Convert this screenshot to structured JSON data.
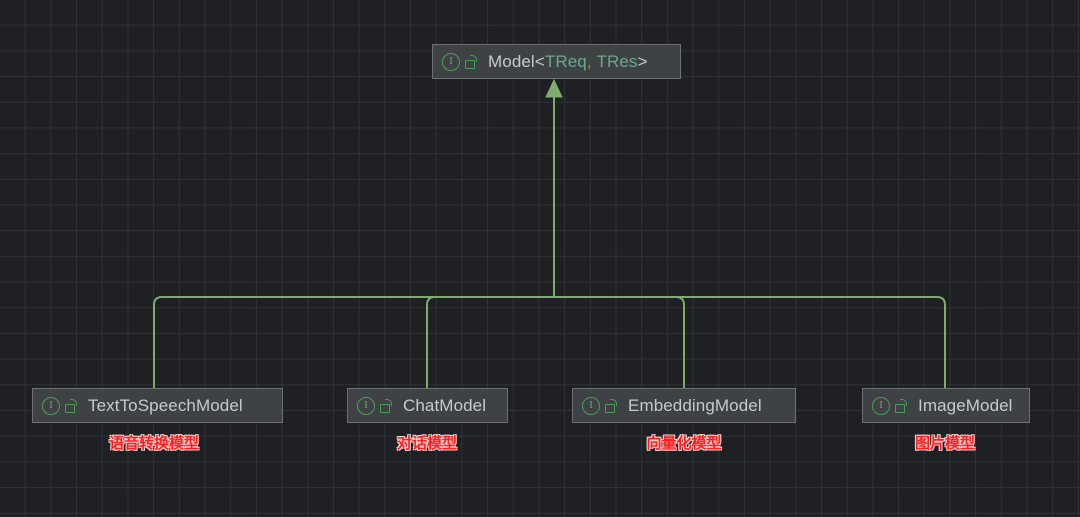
{
  "canvas": {
    "background_color": "#1e2023",
    "grid_color": "#2f3337"
  },
  "theme": {
    "node_fill": "#3f4245",
    "node_border": "#6d7174",
    "node_text": "#c6cacd",
    "generic_text": "#69a88c",
    "comma_text": "#c77c35",
    "icon_green": "#4e9a57",
    "connector_green": "#7dac6e",
    "annotation_red": "#ff1f1f"
  },
  "root": {
    "icon_interface": "interface-icon",
    "icon_lock": "unlocked-padlock-icon",
    "name": "Model",
    "open_bracket": "<",
    "type_param_1": "TReq",
    "comma": ",",
    "type_param_2": "TRes",
    "close_bracket": ">"
  },
  "children": [
    {
      "name": "TextToSpeechModel",
      "annotation": "语音转换模型",
      "icon_interface": "interface-icon",
      "icon_lock": "unlocked-padlock-icon"
    },
    {
      "name": "ChatModel",
      "annotation": "对话模型",
      "icon_interface": "interface-icon",
      "icon_lock": "unlocked-padlock-icon"
    },
    {
      "name": "EmbeddingModel",
      "annotation": "向量化模型",
      "icon_interface": "interface-icon",
      "icon_lock": "unlocked-padlock-icon"
    },
    {
      "name": "ImageModel",
      "annotation": "图片模型",
      "icon_interface": "interface-icon",
      "icon_lock": "unlocked-padlock-icon"
    }
  ]
}
